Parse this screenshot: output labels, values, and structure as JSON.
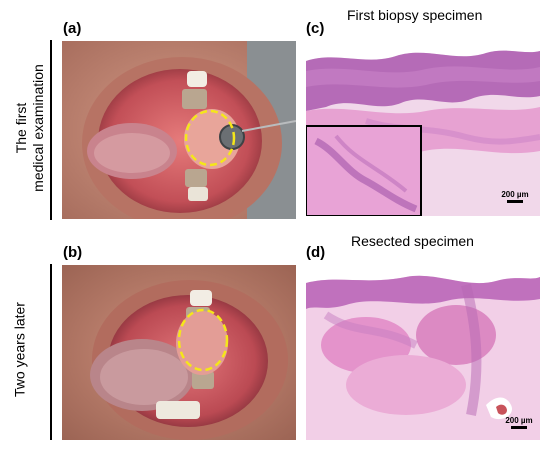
{
  "panels": {
    "a": {
      "label": "(a)"
    },
    "b": {
      "label": "(b)"
    },
    "c": {
      "label": "(c)",
      "title": "First biopsy specimen",
      "scale": "200 µm"
    },
    "d": {
      "label": "(d)",
      "title": "Resected specimen",
      "scale": "200 µm"
    }
  },
  "rows": {
    "top": {
      "label_line1": "The first",
      "label_line2": "medical examination"
    },
    "bottom": {
      "label": "Two years later"
    }
  },
  "colors": {
    "annotation_circle": "#f5e61a",
    "tissue_pink": "#e9a6cf",
    "epithelium_purple": "#9c5aa9",
    "mucosa_red": "#c8535b"
  }
}
